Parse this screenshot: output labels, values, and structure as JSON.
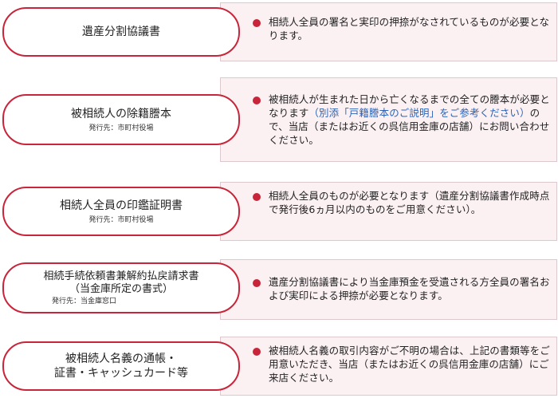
{
  "items": [
    {
      "title": "遺産分割協議書",
      "note": "",
      "description": "相続人全員の署名と実印の押捺がなされているものが必要となります。"
    },
    {
      "title": "被相続人の除籍謄本",
      "note": "発行先：市町村役場",
      "description_before": "被相続人が生まれた日から亡くなるまでの全ての謄本が必要となります",
      "description_link": "（別添「戸籍謄本のご説明」をご参考ください）",
      "description_after": "ので、当店（またはお近くの呉信用金庫の店舗）にお問い合わせください。"
    },
    {
      "title": "相続人全員の印鑑証明書",
      "note": "発行先：市町村役場",
      "description": "相続人全員のものが必要となります（遺産分割協議書作成時点で発行後6ヵ月以内のものをご用意ください）。"
    },
    {
      "title_line1": "相続手続依頼書兼解約払戻請求書",
      "title_line2": "（当金庫所定の書式）",
      "note": "発行先：当金庫窓口",
      "description": "遺産分割協議書により当金庫預金を受遺される方全員の署名および実印による押捺が必要となります。"
    },
    {
      "title_line1": "被相続人名義の通帳・",
      "title_line2": "証書・キャッシュカード等",
      "note": "",
      "description": "被相続人名義の取引内容がご不明の場合は、上記の書類等をご用意いただき、当店（またはお近くの呉信用金庫の店舗）にご来店ください。"
    }
  ],
  "colors": {
    "accent": "#c8253a",
    "panel_bg": "#fbf1f3",
    "link": "#2c63b8"
  }
}
